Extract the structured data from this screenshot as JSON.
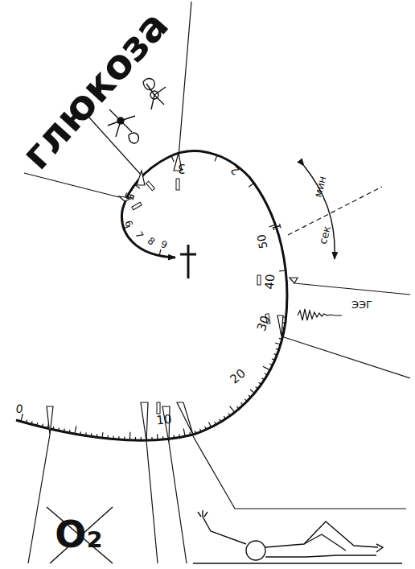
{
  "diagram": {
    "labels": [
      "глюкоза",
      "0",
      "10",
      "20",
      "30",
      "40",
      "50",
      "1",
      "2",
      "3",
      "5",
      "6",
      "7",
      "8",
      "9",
      "мин",
      "сек",
      "ЭЭГ",
      "O₂"
    ]
  }
}
